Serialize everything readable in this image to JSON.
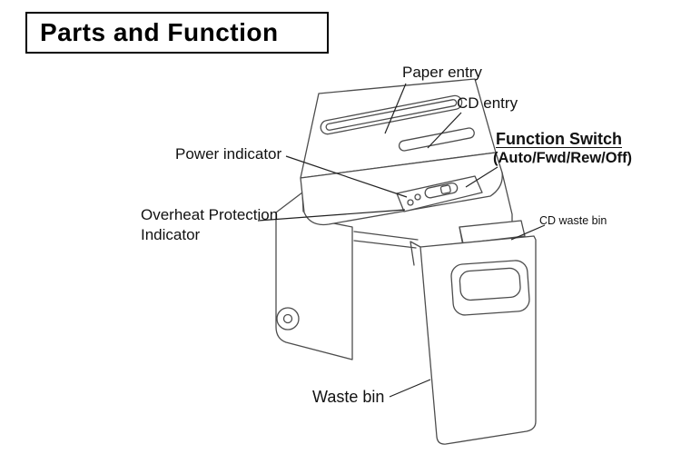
{
  "title": "Parts and Function",
  "labels": {
    "paper_entry": "Paper entry",
    "cd_entry": "CD entry",
    "function_switch": "Function Switch",
    "function_switch_modes": "(Auto/Fwd/Rew/Off)",
    "power_indicator": "Power indicator",
    "overheat_indicator": {
      "line1": "Overheat Protection",
      "line2": "Indicator"
    },
    "cd_waste_bin": "CD waste bin",
    "waste_bin": "Waste bin"
  }
}
